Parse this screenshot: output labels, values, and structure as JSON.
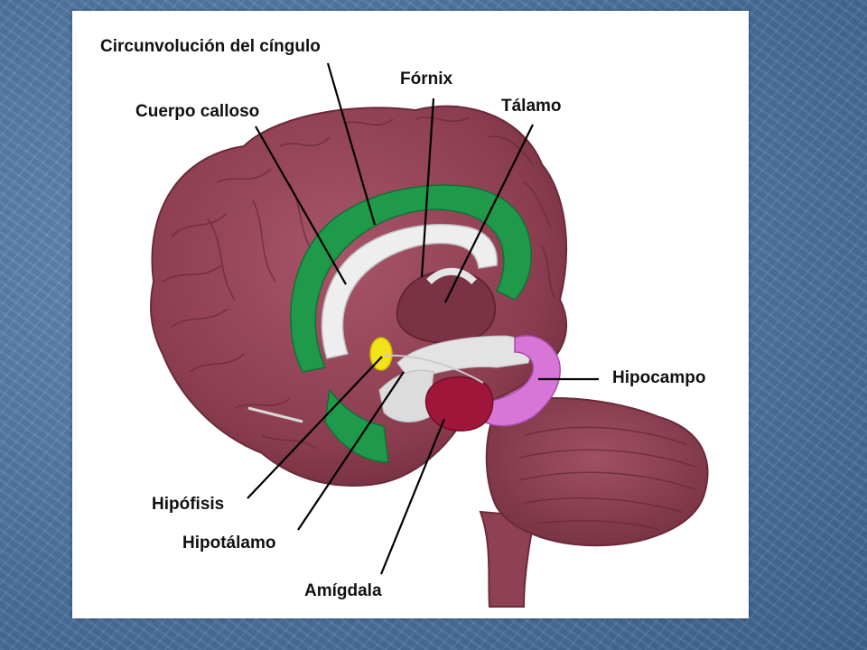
{
  "labels": {
    "cingulate": "Circunvolución del cíngulo",
    "fornix": "Fórnix",
    "corpus": "Cuerpo calloso",
    "thalamus": "Tálamo",
    "hippocampus": "Hipocampo",
    "pituitary": "Hipófisis",
    "hypothalamus": "Hipotálamo",
    "amygdala": "Amígdala"
  },
  "colors": {
    "brain": "#8b3d50",
    "brain_dark": "#6a2a3a",
    "cingulate": "#1f9a4a",
    "white_matter": "#eeeeee",
    "pituitary": "#f2e21a",
    "hippocampus": "#d776d6",
    "amygdala": "#a0163a",
    "slide_bg": "#4f76a3"
  }
}
